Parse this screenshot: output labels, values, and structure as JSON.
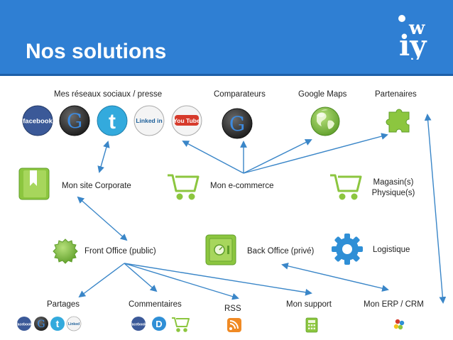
{
  "header": {
    "title": "Nos solutions",
    "logo_text": "iwy"
  },
  "colors": {
    "header": "#2f7fd3",
    "arrow": "#3a86c8",
    "green": "#8cc63f",
    "facebook": "#3b5998",
    "twitter": "#33aadd",
    "youtube": "#d63a2b",
    "gear": "#2f8fd6"
  },
  "labels": {
    "social": "Mes réseaux sociaux / presse",
    "comparateurs": "Comparateurs",
    "google_maps": "Google Maps",
    "partenaires": "Partenaires",
    "site_corporate": "Mon site Corporate",
    "ecommerce": "Mon e-commerce",
    "magasin_line1": "Magasin(s)",
    "magasin_line2": "Physique(s)",
    "front_office": "Front Office (public)",
    "back_office": "Back Office (privé)",
    "logistique": "Logistique",
    "partages": "Partages",
    "commentaires": "Commentaires",
    "rss": "RSS",
    "support": "Mon support",
    "erp": "Mon ERP / CRM"
  },
  "social_icons": {
    "facebook": "facebook",
    "linkedin": "Linked in",
    "youtube": "You Tube",
    "google_letter": "G"
  },
  "small_icons": {
    "facebook": "facebook",
    "linkedin": "Linked",
    "delicious": "D",
    "google_letter": "G"
  }
}
